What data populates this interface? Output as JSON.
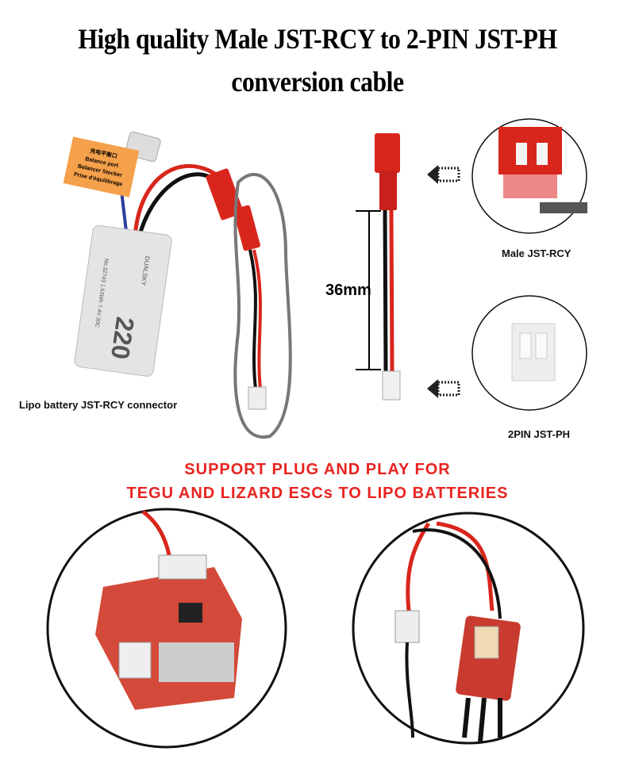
{
  "title": {
    "line1": "High quality Male JST-RCY to 2-PIN JST-PH",
    "line2": "conversion cable"
  },
  "battery": {
    "caption": "Lipo battery JST-RCY connector",
    "tag_lines": [
      "充电平衡口",
      "Balance port",
      "Balancer Stecker",
      "Prise d'équilibrage"
    ],
    "brand": "DUALSKY",
    "capacity": "220",
    "spec": "No.32743 1.63Wh 7.4V 30C"
  },
  "cable": {
    "length": "36mm"
  },
  "connectors": {
    "top_label": "Male JST-RCY",
    "bottom_label": "2PIN JST-PH"
  },
  "support": {
    "line1": "SUPPORT PLUG AND PLAY FOR",
    "line2": "TEGU AND LIZARD ESCs TO LIPO BATTERIES"
  },
  "colors": {
    "accent_red": "#e8231f",
    "connector_red": "#d9261c",
    "tag_orange": "#f5a04a"
  }
}
